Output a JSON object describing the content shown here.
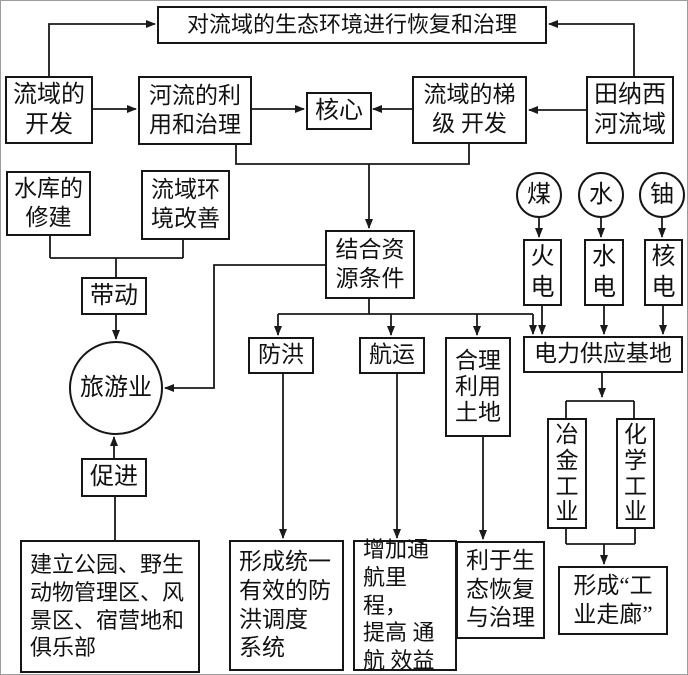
{
  "diagram_title": "田纳西河流域梯级开发结构图",
  "colors": {
    "line": "#1a1a1a",
    "box_border": "#161616",
    "background": "#ffffff"
  },
  "nodes": {
    "restore": {
      "lines": [
        "对流域的生态环境进行恢复和治理"
      ]
    },
    "basin_dev": {
      "lines": [
        "流域的",
        "开发"
      ]
    },
    "river_use": {
      "lines": [
        "河流的利",
        "用和治理"
      ]
    },
    "core": {
      "lines": [
        "核心"
      ]
    },
    "cascade_dev": {
      "lines": [
        "流域的梯",
        "级 开发"
      ]
    },
    "tennessee": {
      "lines": [
        "田纳西",
        "河流域"
      ]
    },
    "reservoir": {
      "lines": [
        "水库的",
        "修建"
      ]
    },
    "env_improve": {
      "lines": [
        "流域环",
        "境改善"
      ]
    },
    "drive": {
      "lines": [
        "带动"
      ]
    },
    "tourism": {
      "lines": [
        "旅游业"
      ]
    },
    "promote": {
      "lines": [
        "促进"
      ]
    },
    "combine": {
      "lines": [
        "结合资",
        "源条件"
      ]
    },
    "flood_control": {
      "lines": [
        "防洪"
      ]
    },
    "shipping": {
      "lines": [
        "航运"
      ]
    },
    "land_use": {
      "lines": [
        "合理",
        "利用",
        "土地"
      ]
    },
    "coal": {
      "lines": [
        "煤"
      ]
    },
    "water": {
      "lines": [
        "水"
      ]
    },
    "uranium": {
      "lines": [
        "铀"
      ]
    },
    "thermal_power": {
      "lines": [
        "火",
        "电"
      ]
    },
    "hydro_power": {
      "lines": [
        "水",
        "电"
      ]
    },
    "nuclear_power": {
      "lines": [
        "核",
        "电"
      ]
    },
    "power_base": {
      "lines": [
        "电力供应基地"
      ]
    },
    "metallurgy": {
      "lines": [
        "冶",
        "金",
        "工",
        "业"
      ]
    },
    "chemical": {
      "lines": [
        "化",
        "学",
        "工",
        "业"
      ]
    },
    "parks": {
      "lines": [
        "建立公园、野生",
        "动物管理区、风",
        "景区、宿营地和",
        "俱乐部"
      ]
    },
    "flood_system": {
      "lines": [
        "形成统一",
        "有效的防",
        "洪调度",
        "系统"
      ]
    },
    "nav_benefit": {
      "lines": [
        "增加通",
        "航里程，",
        "提高 通",
        "航 效益"
      ]
    },
    "eco_restore": {
      "lines": [
        "利于生",
        "态恢复",
        "与治理"
      ]
    },
    "corridor": {
      "lines": [
        "形成“工",
        "业走廊”"
      ]
    }
  }
}
